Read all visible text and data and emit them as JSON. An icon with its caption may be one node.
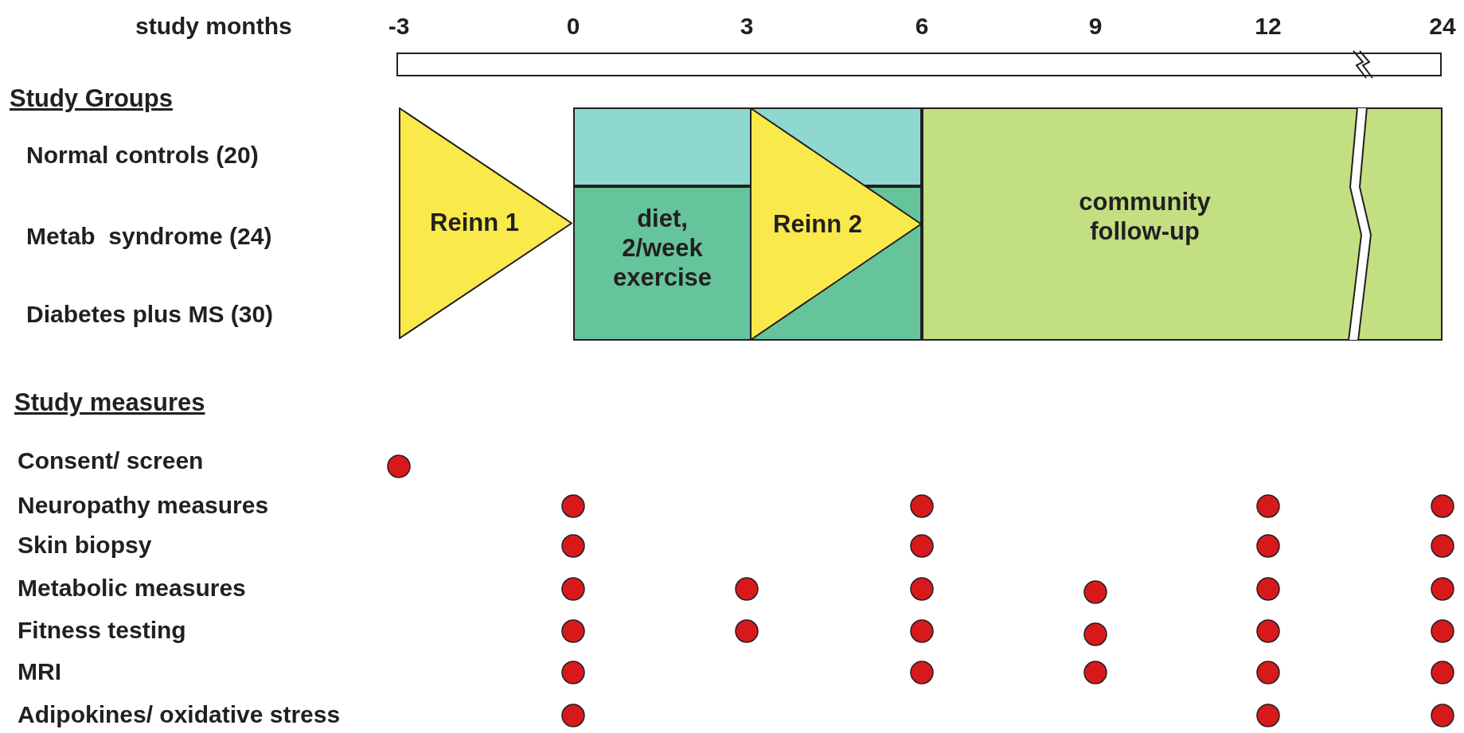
{
  "diagram": {
    "nodes": [
      {
        "text": [
          "Reinn 1"
        ]
      },
      {
        "text": [],
        "shape": "box"
      },
      {
        "text": [
          "diet, 2/week exercise"
        ]
      },
      {
        "text": [
          "Reinn 2"
        ]
      },
      {
        "text": [
          "community follow-up"
        ]
      }
    ],
    "labels": [
      "study months",
      "-3",
      "0",
      "3",
      "6",
      "9",
      "12",
      "24",
      "Study Groups",
      "Normal controls (20)",
      "Metab  syndrome (24)",
      "Diabetes plus MS (30)",
      "Study measures",
      "Consent/ screen",
      "Neuropathy measures",
      "Skin biopsy",
      "Metabolic measures",
      "Fitness testing",
      "MRI",
      "Adipokines/ oxidative stress"
    ]
  }
}
